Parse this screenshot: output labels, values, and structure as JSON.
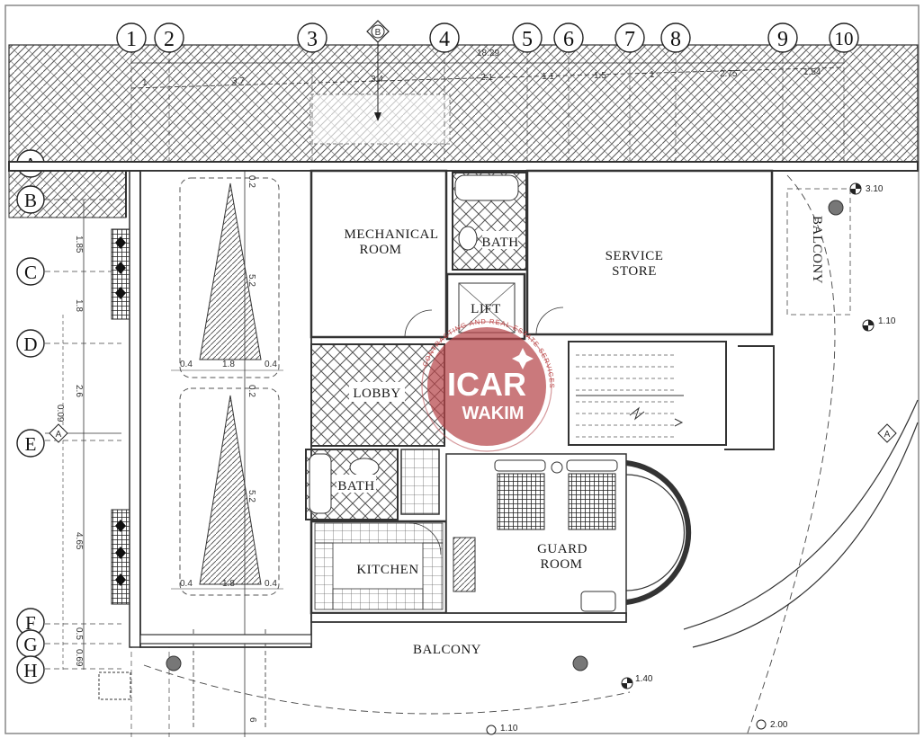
{
  "grid_columns": [
    "1",
    "2",
    "3",
    "4",
    "5",
    "6",
    "7",
    "8",
    "9",
    "10"
  ],
  "grid_rows": [
    "A",
    "B",
    "C",
    "D",
    "E",
    "F",
    "G",
    "H"
  ],
  "north_marker": "B",
  "section_marker": "A",
  "top_dims": {
    "overall": "18.29",
    "segments": [
      "1",
      "3.7",
      "3.4",
      "2.1",
      "1.1",
      "1.5",
      "1",
      "2.75",
      "1.54"
    ]
  },
  "left_dims": [
    "1.85",
    "1.8",
    "2.6",
    "4.65",
    "0.5",
    "0.69"
  ],
  "left_dim_vertical": "0.09",
  "parking": {
    "widths": [
      "0.4",
      "1.8",
      "0.4",
      "0.4",
      "1.8",
      "0.4"
    ],
    "lengths": [
      "5.2",
      "5.2"
    ],
    "gaps": [
      "0.2",
      "0.2"
    ],
    "bottom": "6"
  },
  "rooms": {
    "mechanical": [
      "MECHANICAL",
      "ROOM"
    ],
    "bath_top": "BATH",
    "service": [
      "SERVICE",
      "STORE"
    ],
    "lift": "LIFT",
    "lobby": "LOBBY",
    "bath_bottom": "BATH",
    "kitchen": "KITCHEN",
    "guard": [
      "GUARD",
      "ROOM"
    ],
    "balcony_right": "BALCONY",
    "balcony_bottom": "BALCONY"
  },
  "levels": [
    "3.10",
    "1.10",
    "1.40",
    "1.10",
    "2.00"
  ],
  "watermark": {
    "line1": "ICAR",
    "line2": "WAKIM",
    "ring": "CONTRACTING AND REAL ESTATE SERVICES"
  },
  "colors": {
    "line": "#2a2a2a",
    "wall": "#3a3a3a",
    "watermark": "#b5454a"
  }
}
